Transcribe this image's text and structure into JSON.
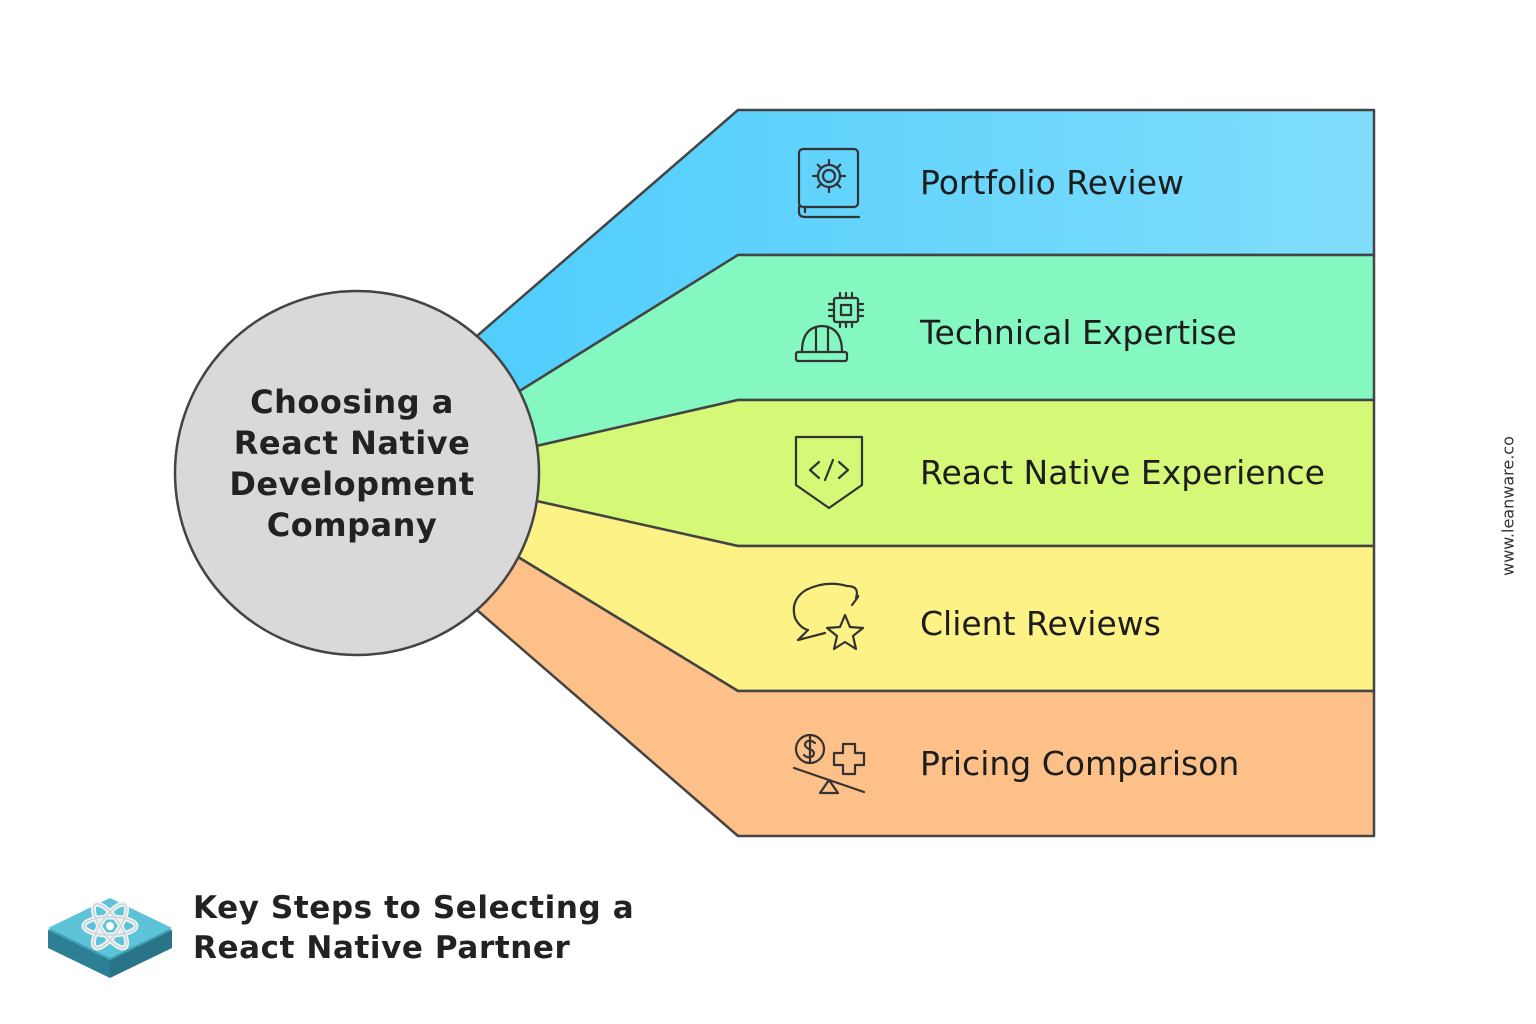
{
  "center": {
    "lines": [
      "Choosing a",
      "React Native",
      "Development",
      "Company"
    ],
    "fill": "#d9d9d9"
  },
  "steps": [
    {
      "label": "Portfolio Review",
      "icon": "book-gear-icon",
      "color": "#7fdcfb"
    },
    {
      "label": "Technical Expertise",
      "icon": "helmet-chip-icon",
      "color": "#85f7c0"
    },
    {
      "label": "React Native Experience",
      "icon": "code-shield-icon",
      "color": "#d5f977"
    },
    {
      "label": "Client Reviews",
      "icon": "chat-star-icon",
      "color": "#fdf285"
    },
    {
      "label": "Pricing Comparison",
      "icon": "scale-dollar-icon",
      "color": "#fdc088"
    }
  ],
  "footer": {
    "title_lines": [
      "Key Steps to Selecting a",
      "React Native Partner"
    ],
    "logo": "react-atom-logo-icon",
    "logo_color": "#4fb8cf"
  },
  "watermark": "www.leanware.co"
}
